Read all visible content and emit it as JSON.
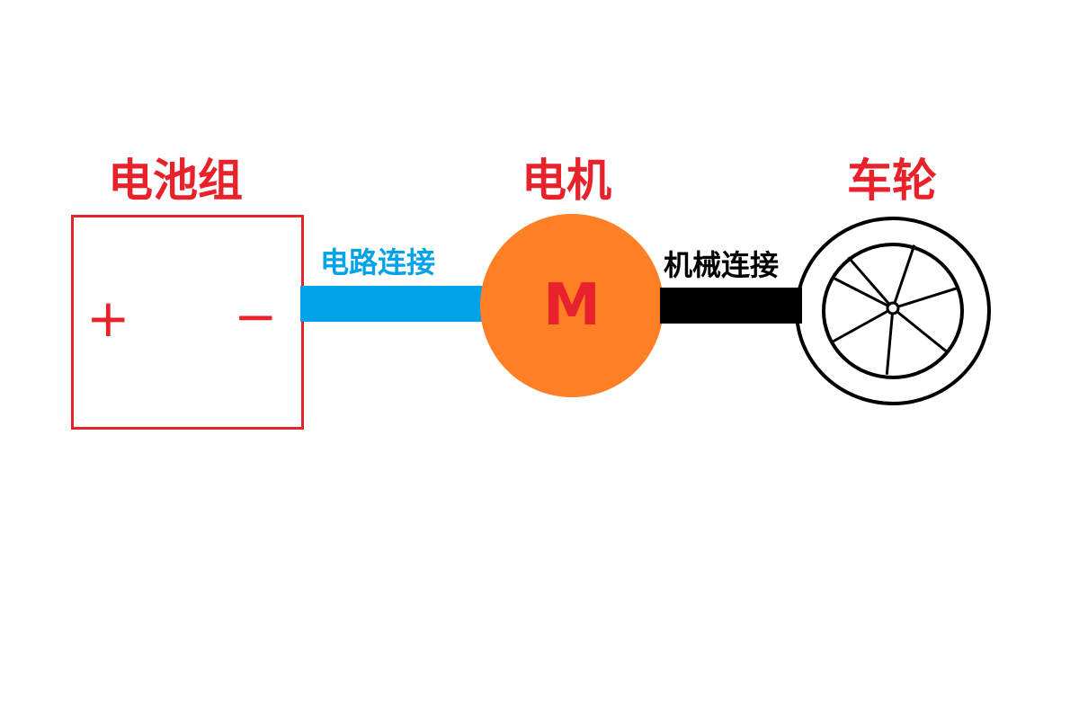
{
  "diagram": {
    "components": {
      "battery": {
        "title": "电池组",
        "plus": "+",
        "minus": "−"
      },
      "motor": {
        "title": "电机",
        "symbol": "M"
      },
      "wheel": {
        "title": "车轮"
      }
    },
    "links": {
      "electrical": {
        "label": "电路连接"
      },
      "mechanical": {
        "label": "机械连接"
      }
    }
  },
  "colors": {
    "title": "#e8222a",
    "battery_outline": "#e8222a",
    "electrical_link": "#00a2e8",
    "mechanical_link": "#000000",
    "motor_fill": "#ff7f27",
    "motor_symbol": "#e8222a",
    "wheel_stroke": "#000000"
  }
}
